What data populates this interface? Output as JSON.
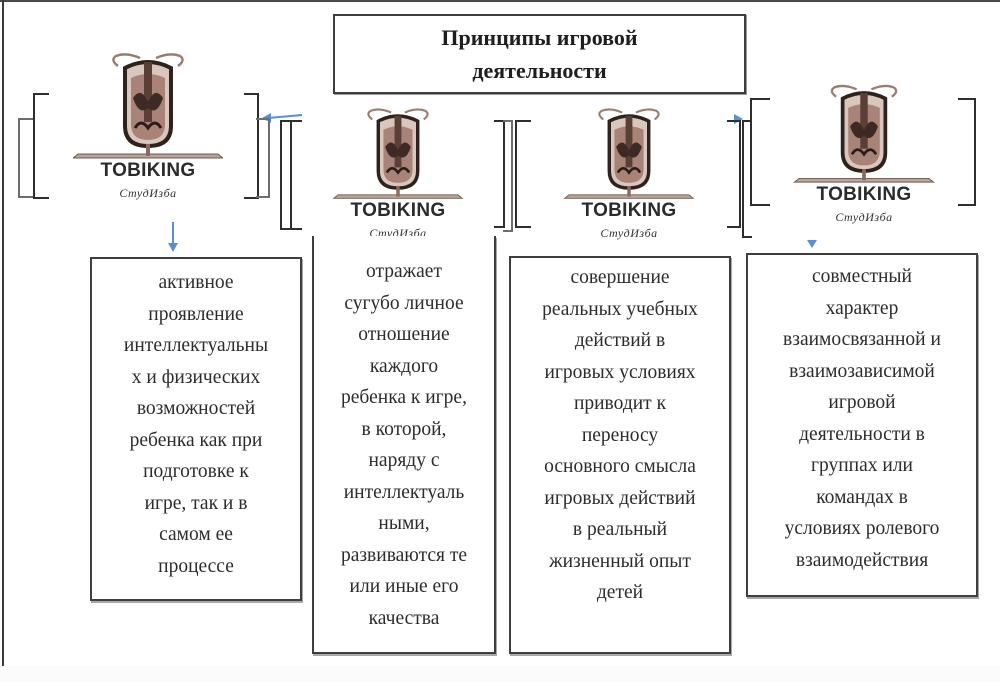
{
  "title": {
    "line1": "Принципы игровой",
    "line2": "деятельности"
  },
  "watermark": {
    "brand": "TOBIKING",
    "subtitle": "СтудИзба",
    "colors": {
      "emblem_dark": "#3b2a24",
      "emblem_mid": "#8a6a5e",
      "emblem_light": "#d9c6bd"
    }
  },
  "principles": [
    {
      "lines": [
        "активное",
        "проявление",
        "интеллектуальны",
        "х и физических",
        "возможностей",
        "ребенка как при",
        "подготовке к",
        "игре, так и в",
        "самом ее",
        "процессе"
      ]
    },
    {
      "lines": [
        "отражает",
        "сугубо личное",
        "отношение",
        "каждого",
        "ребенка к игре,",
        "в которой,",
        "наряду с",
        "интеллектуаль",
        "ными,",
        "развиваются те",
        "или иные его",
        "качества"
      ]
    },
    {
      "lines": [
        "совершение",
        "реальных учебных",
        "действий в",
        "игровых условиях",
        "приводит к",
        "переносу",
        "основного смысла",
        "игровых действий",
        "в реальный",
        "жизненный опыт",
        "детей"
      ]
    },
    {
      "lines": [
        "совместный",
        "характер",
        "взаимосвязанной и",
        "взаимозависимой",
        "игровой",
        "деятельности в",
        "группах или",
        "командах в",
        "условиях ролевого",
        "взаимодействия"
      ]
    }
  ],
  "colors": {
    "connector_arrow": "#5b8fd0",
    "border": "#3d3d3d"
  }
}
